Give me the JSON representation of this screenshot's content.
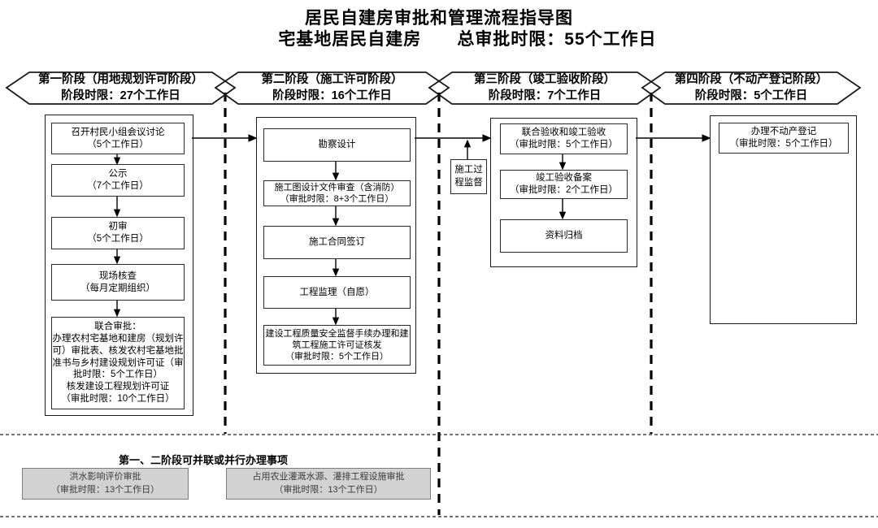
{
  "title": {
    "line1": "居民自建房审批和管理流程指导图",
    "line2_left": "宅基地居民自建房",
    "line2_right": "总审批时限：55个工作日"
  },
  "stages": [
    {
      "name": "第一阶段（用地规划许可阶段）",
      "limit": "阶段时限：27个工作日"
    },
    {
      "name": "第二阶段（施工许可阶段）",
      "limit": "阶段时限：16个工作日"
    },
    {
      "name": "第三阶段（竣工验收阶段）",
      "limit": "阶段时限：7个工作日"
    },
    {
      "name": "第四阶段（不动产登记阶段）",
      "limit": "阶段时限：5个工作日"
    }
  ],
  "flow": {
    "stage1": {
      "steps": [
        {
          "lines": [
            "召开村民小组会议讨论",
            "（5个工作日）"
          ]
        },
        {
          "lines": [
            "公示",
            "（7个工作日）"
          ]
        },
        {
          "lines": [
            "初审",
            "（5个工作日）"
          ]
        },
        {
          "lines": [
            "现场核查",
            "（每月定期组织）"
          ]
        },
        {
          "lines": [
            "联合审批：",
            "办理农村宅基地和建房（规划许",
            "可）审批表、核发农村宅基地批",
            "准书与乡村建设规划许可证（审",
            "批时限：5个工作日）",
            "核发建设工程规划许可证",
            "（审批时限：10个工作日）"
          ]
        }
      ]
    },
    "stage2": {
      "steps": [
        {
          "lines": [
            "勘察设计"
          ]
        },
        {
          "lines": [
            "施工图设计文件审查（含消防）",
            "（审批时限：8+3个工作日）"
          ]
        },
        {
          "lines": [
            "施工合同签订"
          ]
        },
        {
          "lines": [
            "工程监理（自愿）"
          ]
        },
        {
          "lines": [
            "建设工程质量安全监督手续办理和建",
            "筑工程施工许可证核发",
            "（审批时限：5个工作日）"
          ]
        }
      ]
    },
    "stage3": {
      "side_label": {
        "lines": [
          "施工过",
          "程监督"
        ]
      },
      "steps": [
        {
          "lines": [
            "联合验收和竣工验收",
            "（审批时限：5个工作日）"
          ]
        },
        {
          "lines": [
            "竣工验收备案",
            "（审批时限：2个工作日）"
          ]
        },
        {
          "lines": [
            "资料归档"
          ]
        }
      ]
    },
    "stage4": {
      "steps": [
        {
          "lines": [
            "办理不动产登记",
            "（审批时限：5个工作日）"
          ]
        }
      ]
    }
  },
  "bottom": {
    "heading": "第一、二阶段可并联或并行办理事项",
    "boxes": [
      {
        "lines": [
          "洪水影响评价审批",
          "（审批时限：13个工作日）"
        ]
      },
      {
        "lines": [
          "占用农业灌溉水源、灌排工程设施审批",
          "（审批时限：13个工作日）"
        ]
      }
    ]
  },
  "colors": {
    "line": "#000000",
    "gray_box_fill": "#d2d2d2",
    "gray_box_border": "#7d7d7d"
  }
}
